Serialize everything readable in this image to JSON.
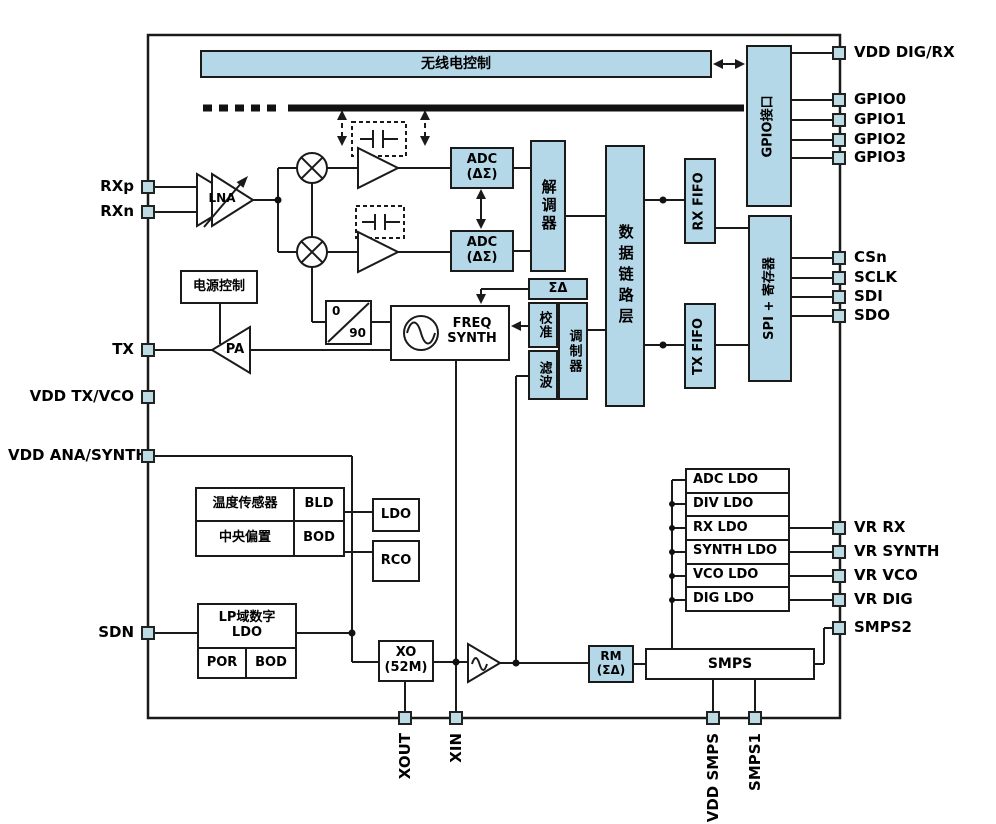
{
  "colors": {
    "accent": "#b5d8e8",
    "pin_fill": "#bddbe3",
    "line": "#1a1a1a",
    "background": "#ffffff"
  },
  "blocks": {
    "radio_control": "无线电控制",
    "gpio_interface": "GPIO接口",
    "lna": "LNA",
    "adc_line1": "ADC",
    "adc_line2": "(ΔΣ)",
    "demodulator": "解调器",
    "data_link_layer": "数据链路层",
    "rx_fifo": "RX FIFO",
    "tx_fifo": "TX FIFO",
    "spi_registers": "SPI + 寄存器",
    "power_control": "电源控制",
    "pa": "PA",
    "phase_0": "0",
    "phase_90": "90",
    "freq_synth_line1": "FREQ",
    "freq_synth_line2": "SYNTH",
    "sigma_delta": "ΣΔ",
    "calibration": "校准",
    "modulator": "调制器",
    "filter": "滤波",
    "temp_sensor": "温度传感器",
    "bld": "BLD",
    "central_bias": "中央偏置",
    "bod": "BOD",
    "ldo": "LDO",
    "rco": "RCO",
    "lp_ldo_line1": "LP域数字",
    "lp_ldo_line2": "LDO",
    "por": "POR",
    "bod2": "BOD",
    "xo_line1": "XO",
    "xo_line2": "(52M)",
    "rm_line1": "RM",
    "rm_line2": "(ΣΔ)",
    "smps": "SMPS",
    "ldo_stack": [
      "ADC LDO",
      "DIV LDO",
      "RX LDO",
      "SYNTH LDO",
      "VCO LDO",
      "DIG LDO"
    ]
  },
  "pins": {
    "left": [
      "RXp",
      "RXn",
      "TX",
      "VDD TX/VCO",
      "VDD ANA/SYNTH",
      "SDN"
    ],
    "right": [
      "VDD DIG/RX",
      "GPIO0",
      "GPIO1",
      "GPIO2",
      "GPIO3",
      "CSn",
      "SCLK",
      "SDI",
      "SDO",
      "VR RX",
      "VR SYNTH",
      "VR VCO",
      "VR DIG",
      "SMPS2"
    ],
    "bottom": [
      "XOUT",
      "XIN",
      "VDD SMPS",
      "SMPS1"
    ]
  }
}
